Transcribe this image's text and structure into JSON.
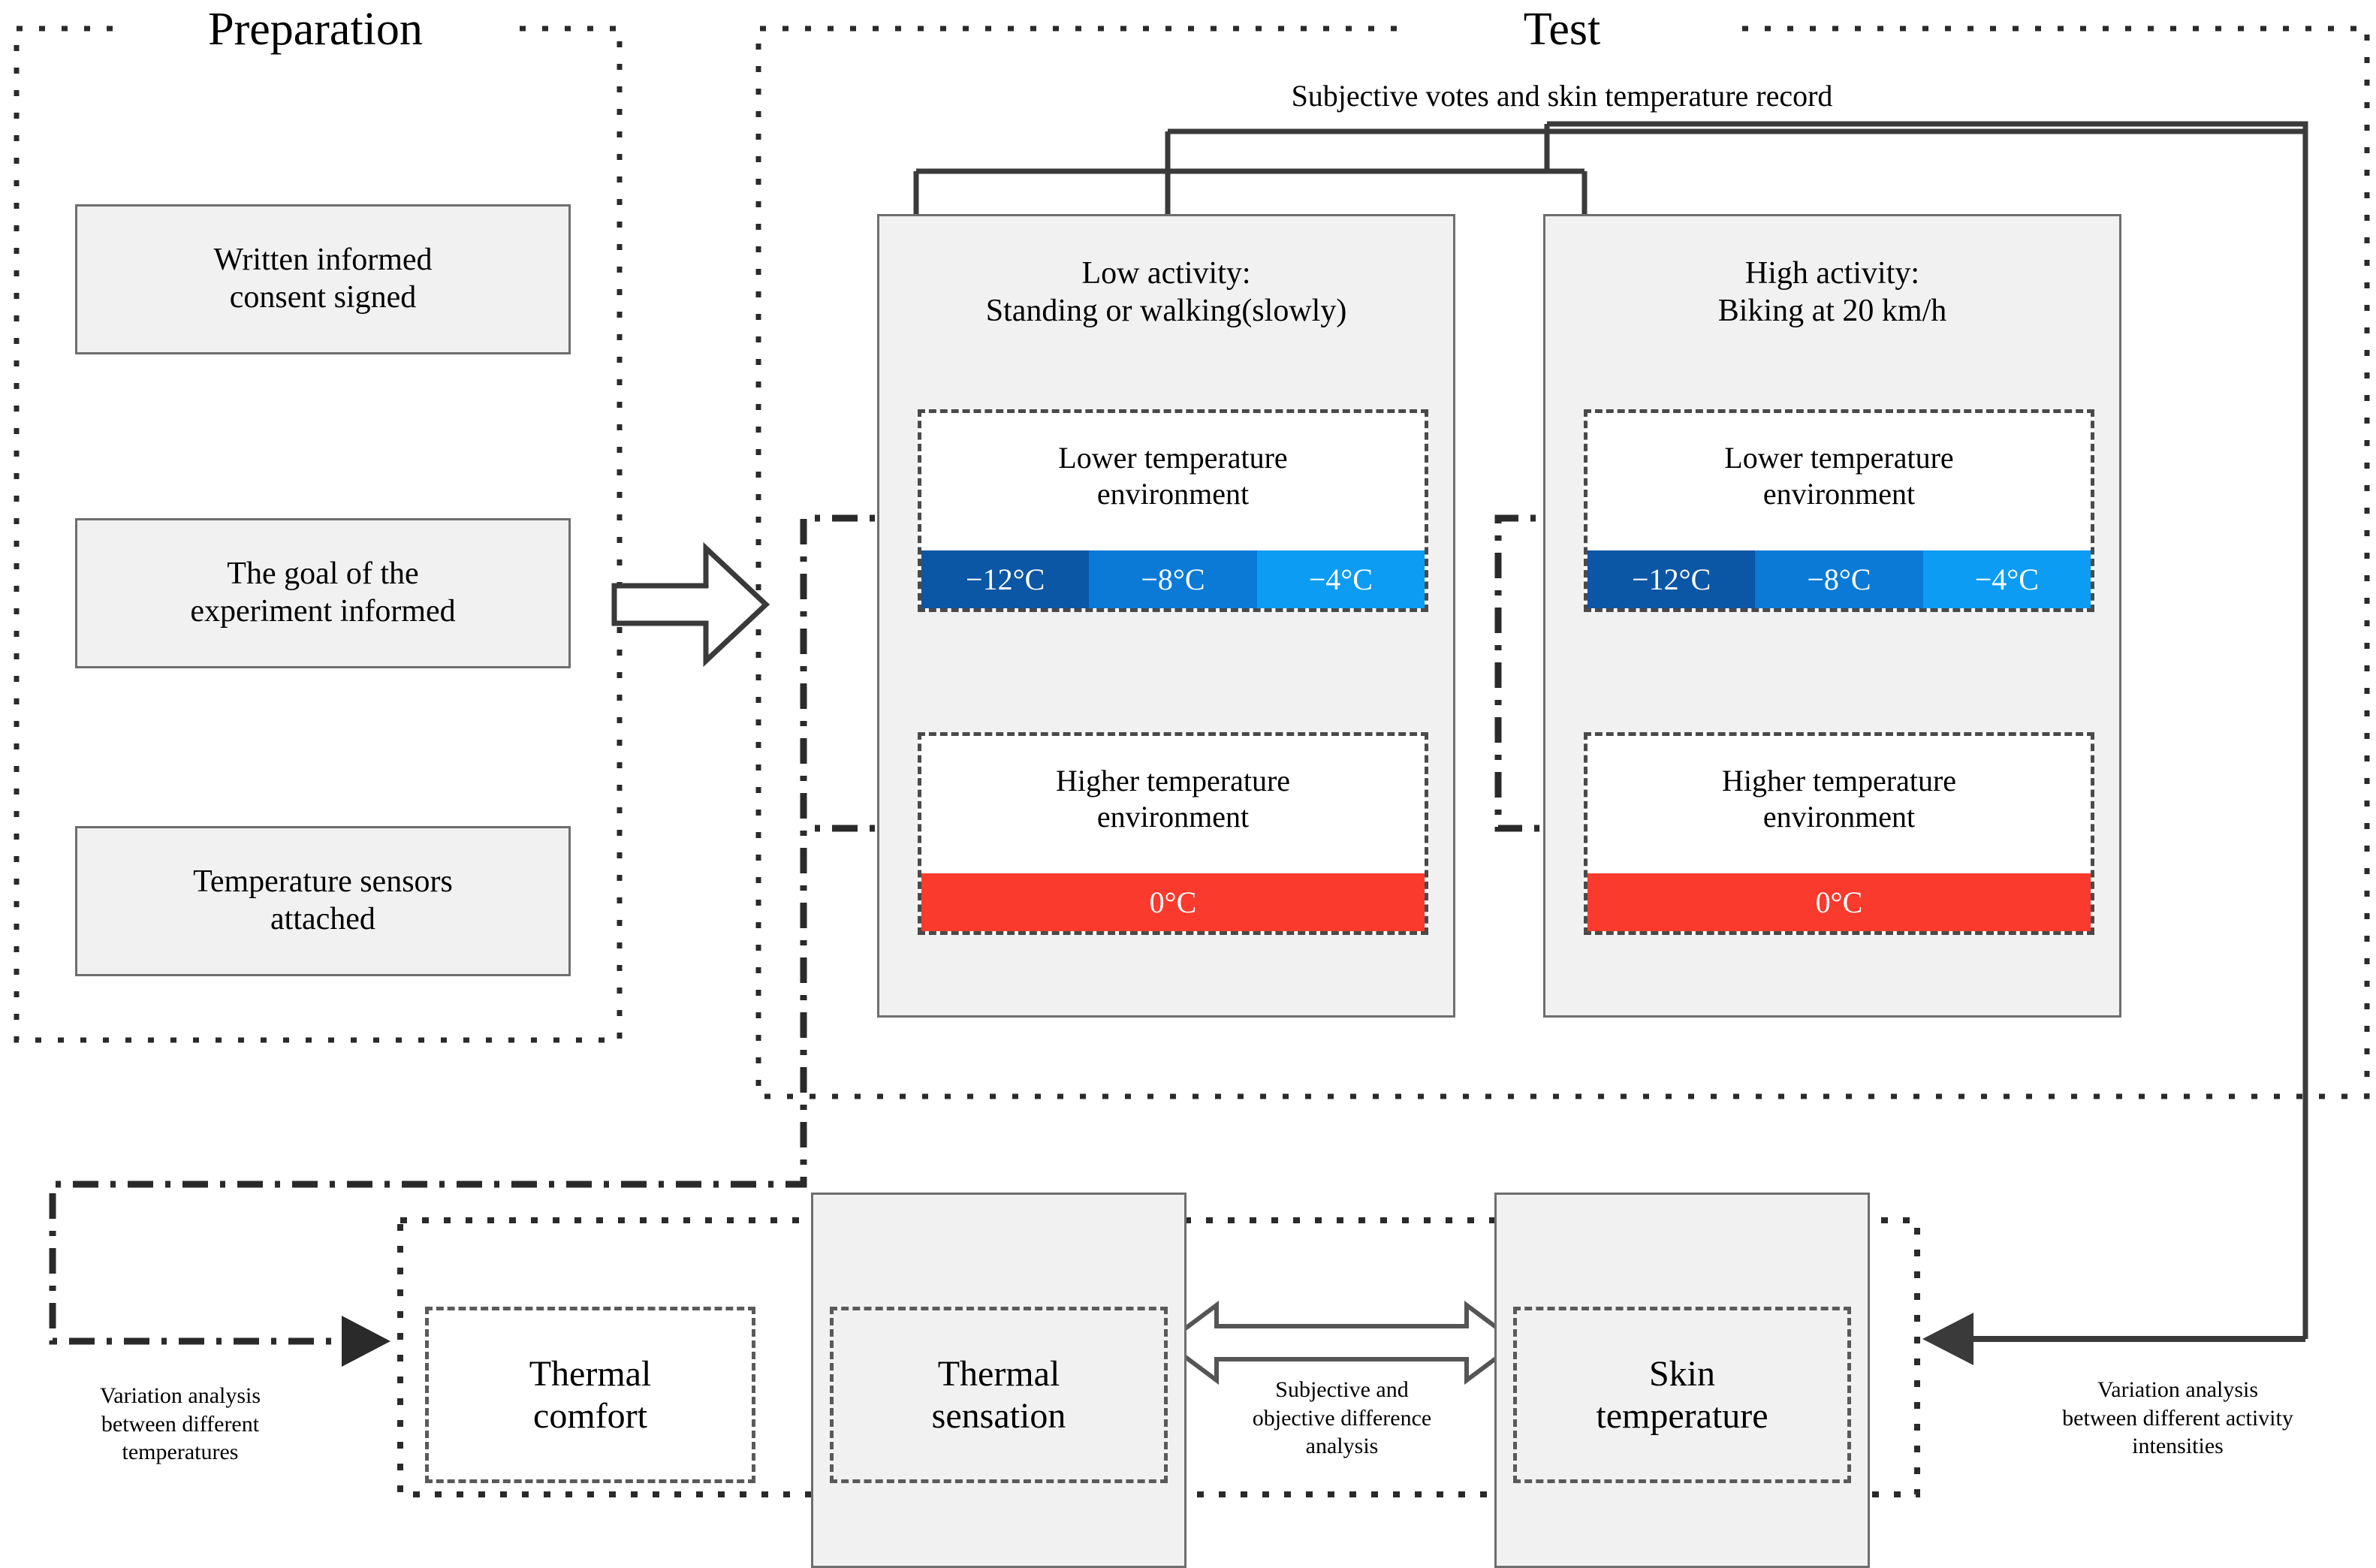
{
  "sections": {
    "preparation": {
      "title": "Preparation"
    },
    "test": {
      "title": "Test",
      "subtitle": "Subjective votes and skin temperature record"
    }
  },
  "preparation_items": [
    {
      "label": "Written informed\nconsent signed"
    },
    {
      "label": "The goal of the\nexperiment informed"
    },
    {
      "label": "Temperature sensors\nattached"
    }
  ],
  "activities": [
    {
      "title": "Low activity:\nStanding or walking(slowly)",
      "lower_env": {
        "label": "Lower temperature\nenvironment",
        "temps": [
          {
            "value": "−12°C",
            "color": "#0B56A5"
          },
          {
            "value": "−8°C",
            "color": "#0A7AD6"
          },
          {
            "value": "−4°C",
            "color": "#0C9CF4"
          }
        ]
      },
      "higher_env": {
        "label": "Higher temperature\nenvironment",
        "temp": {
          "value": "0°C",
          "color": "#F93A2D"
        }
      }
    },
    {
      "title": "High activity:\nBiking at 20 km/h",
      "lower_env": {
        "label": "Lower temperature\nenvironment",
        "temps": [
          {
            "value": "−12°C",
            "color": "#0B56A5"
          },
          {
            "value": "−8°C",
            "color": "#0A7AD6"
          },
          {
            "value": "−4°C",
            "color": "#0C9CF4"
          }
        ]
      },
      "higher_env": {
        "label": "Higher temperature\nenvironment",
        "temp": {
          "value": "0°C",
          "color": "#F93A2D"
        }
      }
    }
  ],
  "outcomes": [
    {
      "label": "Thermal\ncomfort"
    },
    {
      "label": "Thermal\nsensation"
    },
    {
      "label": "Skin\ntemperature"
    }
  ],
  "annotations": {
    "left_variation": "Variation analysis\nbetween different\ntemperatures",
    "middle_analysis": "Subjective and\nobjective difference\nanalysis",
    "right_variation": "Variation analysis\nbetween different activity\nintensities"
  },
  "colors": {
    "panel_fill": "#f1f1f1",
    "panel_border": "#6e6e6e",
    "line": "#3a3a3a",
    "cold_dark": "#0B56A5",
    "cold_mid": "#0A7AD6",
    "cold_light": "#0C9CF4",
    "warm": "#F93A2D"
  }
}
